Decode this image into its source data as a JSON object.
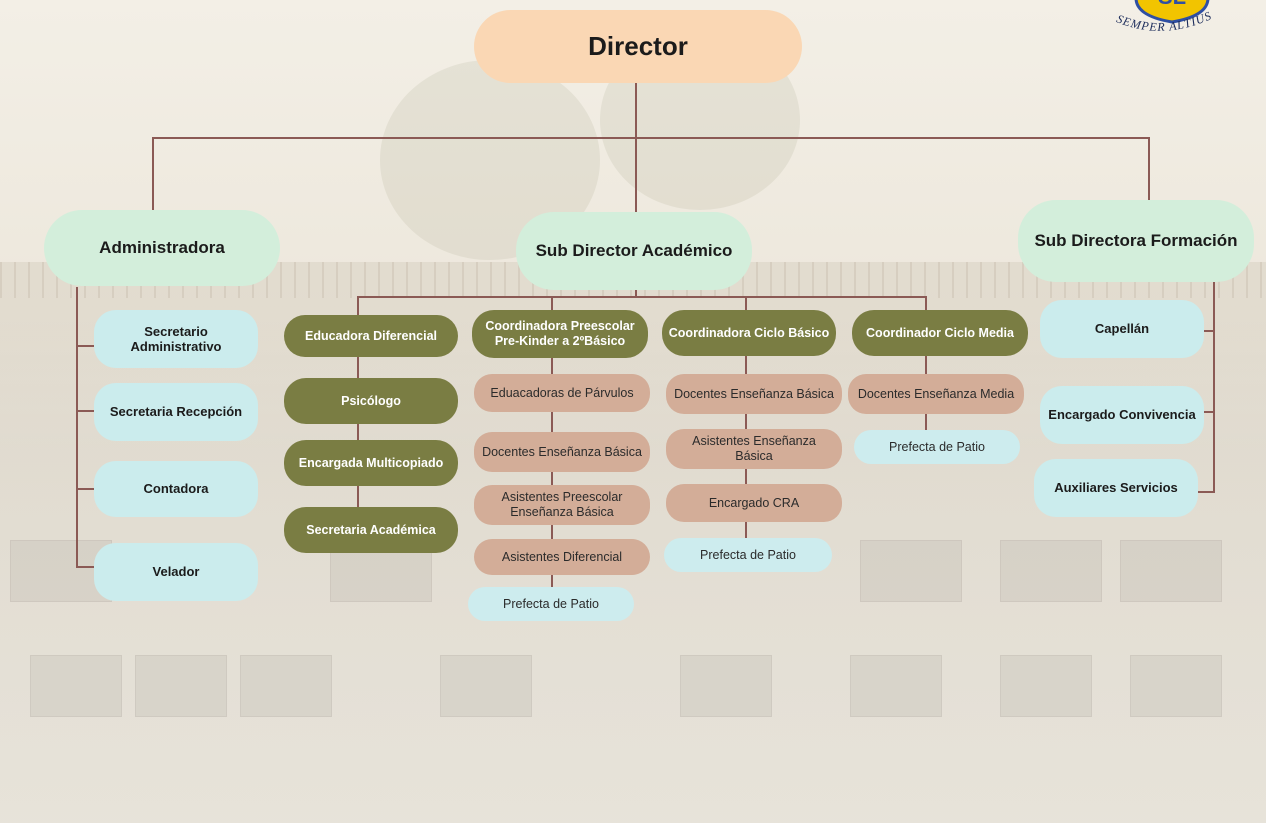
{
  "org_chart": {
    "director": "Director",
    "logo_motto": "SEMPER ALTIUS",
    "left_branch": {
      "head": "Administradora",
      "items": [
        "Secretario Administrativo",
        "Secretaria Recepción",
        "Contadora",
        "Velador"
      ]
    },
    "center_branch": {
      "head": "Sub Director Académico",
      "diferencial_column": [
        "Educadora Diferencial",
        "Psicólogo",
        "Encargada Multicopiado",
        "Secretaria Académica"
      ],
      "preescolar": {
        "coordinator": "Coordinadora Preescolar Pre-Kinder a 2ºBásico",
        "staff": [
          "Eduacadoras de Párvulos",
          "Docentes Enseñanza Básica",
          "Asistentes  Preescolar Enseñanza Básica",
          "Asistentes  Diferencial"
        ],
        "patio": "Prefecta de Patio"
      },
      "ciclo_basico": {
        "coordinator": "Coordinadora Ciclo Básico",
        "staff": [
          "Docentes Enseñanza Básica",
          "Asistentes  Enseñanza Básica",
          "Encargado CRA"
        ],
        "patio": "Prefecta de Patio"
      },
      "ciclo_media": {
        "coordinator": "Coordinador Ciclo Media",
        "staff": [
          "Docentes Enseñanza Media"
        ],
        "patio": "Prefecta de Patio"
      }
    },
    "right_branch": {
      "head": "Sub Directora Formación",
      "items": [
        "Capellán",
        "Encargado Convivencia",
        "Auxiliares Servicios"
      ]
    }
  },
  "colors": {
    "director": "#fad7b4",
    "branch_heads": "#d3eedb",
    "admin_staff": "#cbeced",
    "coordinators": "#7a7d43",
    "teaching_staff": "#d3ad98",
    "patio": "#cdecee",
    "connector": "#8b5a55",
    "logo_shield": "#f2c400",
    "logo_emblem": "#2f4fa3"
  }
}
